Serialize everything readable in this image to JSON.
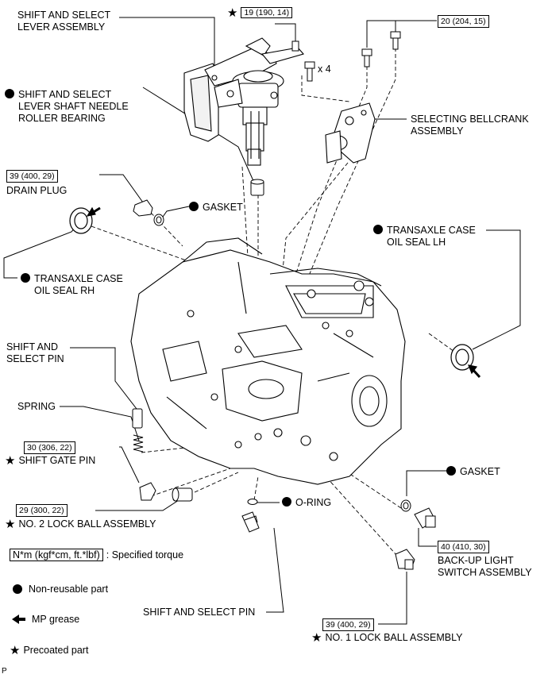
{
  "labels": {
    "shift_select_lever_assembly": "SHIFT AND SELECT\nLEVER ASSEMBLY",
    "torque_19": "19 (190, 14)",
    "torque_20": "20 (204, 15)",
    "x4": "x 4",
    "needle_roller_bearing": "SHIFT AND SELECT\nLEVER SHAFT NEEDLE\nROLLER BEARING",
    "selecting_bellcrank": "SELECTING BELLCRANK\nASSEMBLY",
    "torque_39_drain": "39 (400, 29)",
    "drain_plug": "DRAIN PLUG",
    "gasket_top": "GASKET",
    "oil_seal_lh": "TRANSAXLE CASE\nOIL SEAL LH",
    "oil_seal_rh": "TRANSAXLE CASE\nOIL SEAL RH",
    "shift_select_pin_left": "SHIFT AND\nSELECT PIN",
    "spring": "SPRING",
    "torque_30": "30 (306, 22)",
    "shift_gate_pin": "SHIFT GATE PIN",
    "torque_29": "29 (300, 22)",
    "no2_lock_ball": "NO. 2 LOCK BALL ASSEMBLY",
    "o_ring": "O-RING",
    "gasket_bottom": "GASKET",
    "torque_40": "40 (410, 30)",
    "backup_light_switch": "BACK-UP LIGHT\nSWITCH ASSEMBLY",
    "shift_select_pin_bottom": "SHIFT AND SELECT PIN",
    "torque_39_lock": "39 (400, 29)",
    "no1_lock_ball": "NO. 1 LOCK BALL ASSEMBLY"
  },
  "legend": {
    "torque_box": "N*m (kgf*cm, ft.*lbf)",
    "torque_text": ": Specified torque",
    "non_reusable": "Non-reusable part",
    "mp_grease": "MP grease",
    "precoated": "Precoated part"
  },
  "corner_mark": "P"
}
